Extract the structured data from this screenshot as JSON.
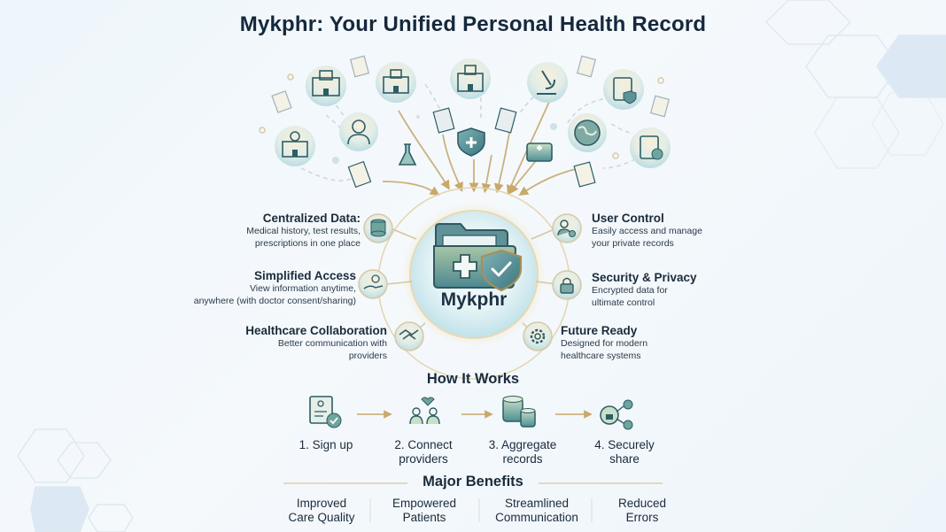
{
  "title": "Mykphr: Your Unified Personal Health Record",
  "center": {
    "label": "Mykphr",
    "icon": "medical-folder-shield-icon"
  },
  "sources": [
    {
      "icon": "hospital-icon"
    },
    {
      "icon": "hospital-icon"
    },
    {
      "icon": "hospital-icon"
    },
    {
      "icon": "clinic-icon"
    },
    {
      "icon": "doctor-icon"
    },
    {
      "icon": "microscope-icon"
    },
    {
      "icon": "clipboard-shield-icon"
    },
    {
      "icon": "globe-icon"
    },
    {
      "icon": "clipboard-check-icon"
    },
    {
      "icon": "lab-flask-icon"
    },
    {
      "icon": "medical-kit-icon"
    },
    {
      "icon": "shield-plus-icon"
    },
    {
      "icon": "document-icon"
    }
  ],
  "features_left": [
    {
      "heading": "Centralized Data:",
      "line1": "Medical history, test results,",
      "line2": "prescriptions in one place",
      "icon": "database-icon"
    },
    {
      "heading": "Simplified Access",
      "line1": "View information anytime,",
      "line2": "anywhere (with doctor consent/sharing)",
      "icon": "hand-coin-icon"
    },
    {
      "heading": "Healthcare Collaboration",
      "line1": "Better communication with",
      "line2": "providers",
      "icon": "handshake-icon"
    }
  ],
  "features_right": [
    {
      "heading": "User Control",
      "line1": "Easily access and manage",
      "line2": "your private records",
      "icon": "user-settings-icon"
    },
    {
      "heading": "Security & Privacy",
      "line1": "Encrypted data for",
      "line2": "ultimate control",
      "icon": "lock-icon"
    },
    {
      "heading": "Future Ready",
      "line1": "Designed for modern",
      "line2": "healthcare systems",
      "icon": "gear-icon"
    }
  ],
  "how_it_works": {
    "title": "How It Works",
    "steps": [
      {
        "line1": "1. Sign up",
        "line2": "",
        "icon": "id-card-check-icon"
      },
      {
        "line1": "2. Connect",
        "line2": "providers",
        "icon": "connect-people-icon"
      },
      {
        "line1": "3. Aggregate",
        "line2": "records",
        "icon": "databases-icon"
      },
      {
        "line1": "4. Securely",
        "line2": "share",
        "icon": "secure-share-icon"
      }
    ]
  },
  "benefits": {
    "title": "Major Benefits",
    "items": [
      {
        "line1": "Improved",
        "line2": "Care Quality"
      },
      {
        "line1": "Empowered",
        "line2": "Patients"
      },
      {
        "line1": "Streamlined",
        "line2": "Communication"
      },
      {
        "line1": "Reduced",
        "line2": "Errors"
      }
    ]
  },
  "colors": {
    "teal": "#3f7f86",
    "teal_dark": "#2d5d66",
    "gold": "#c9a86a",
    "text": "#17283a",
    "bg": "#eef6fb"
  }
}
